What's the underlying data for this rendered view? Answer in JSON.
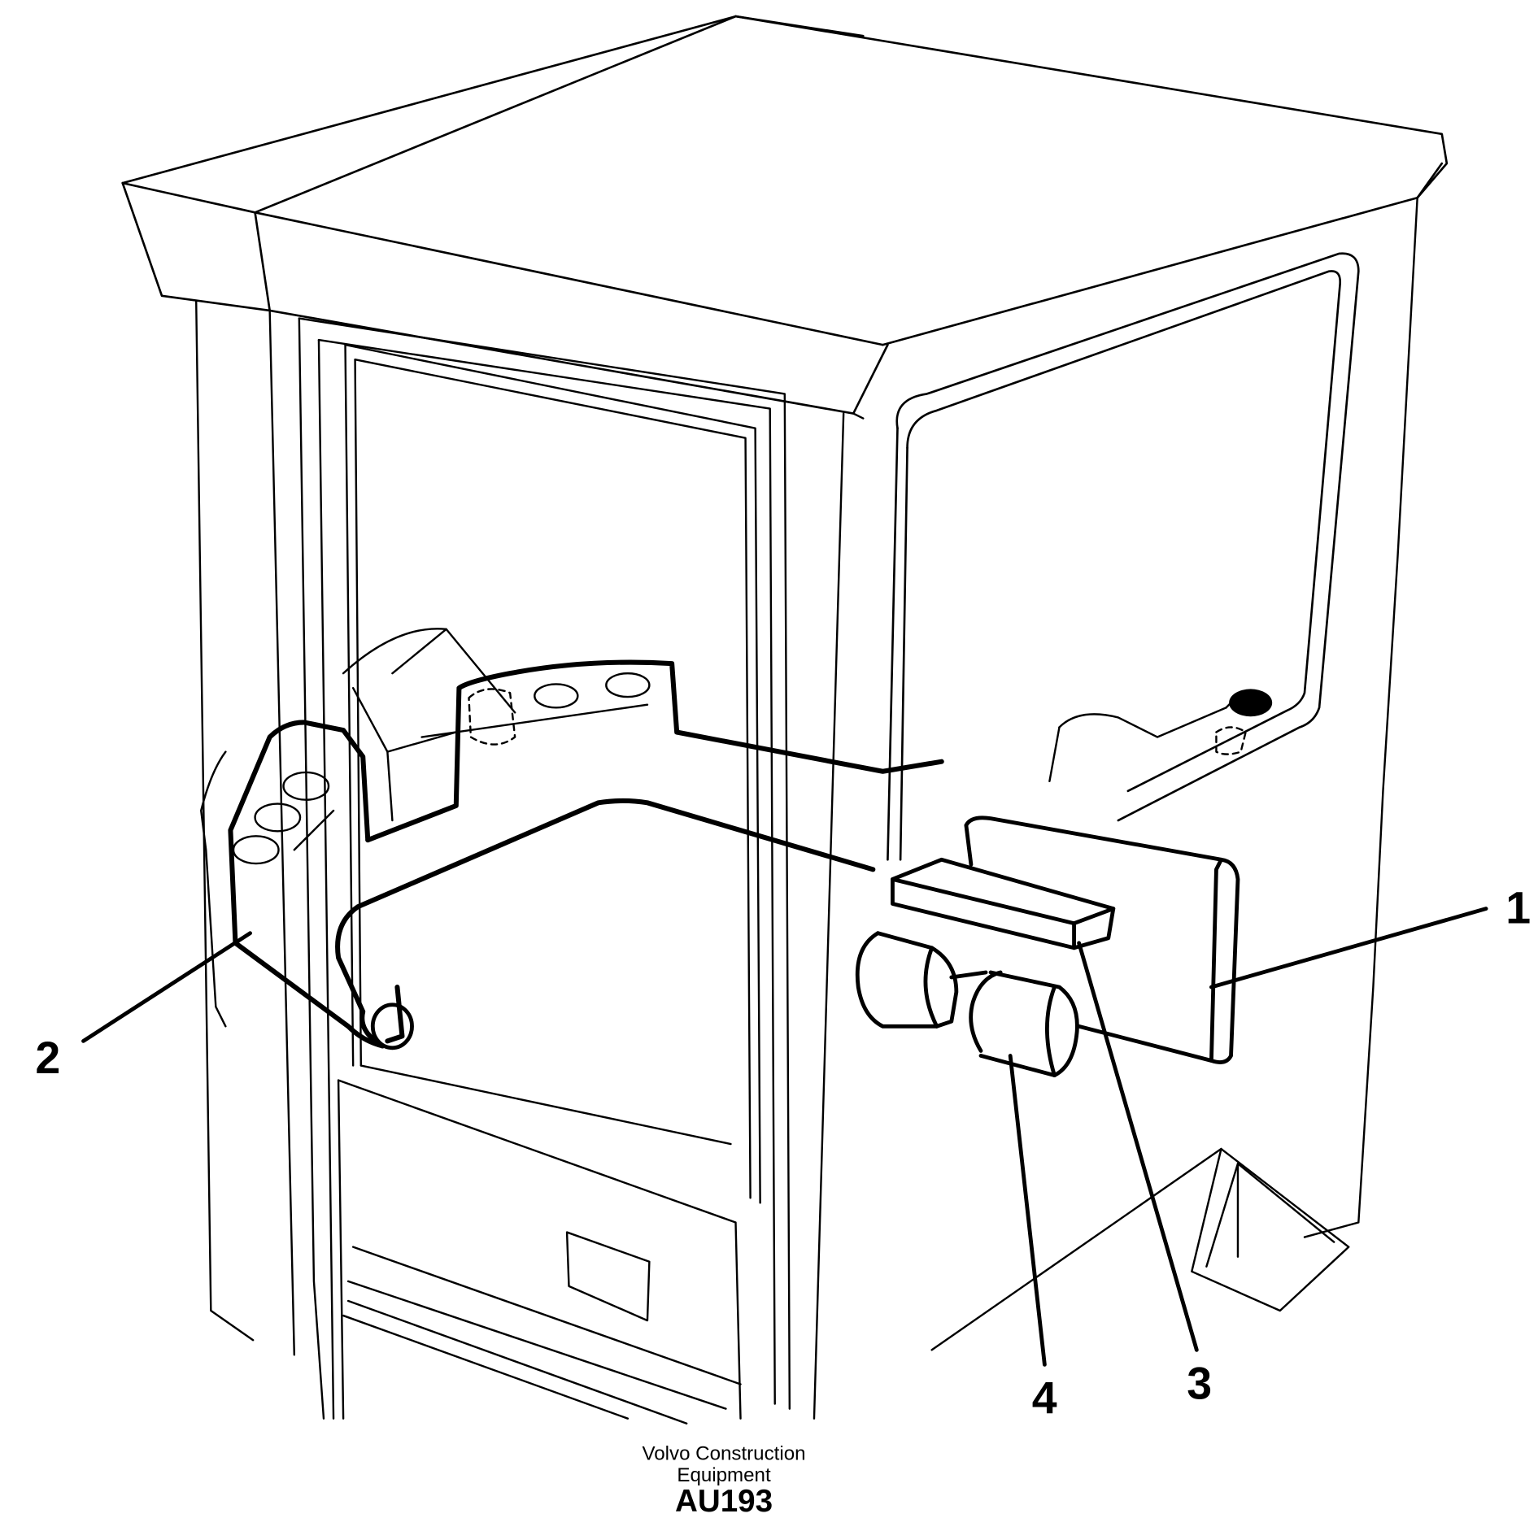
{
  "callouts": [
    "1",
    "2",
    "3",
    "4"
  ],
  "caption": {
    "line1": "Volvo Construction",
    "line2": "Equipment",
    "code": "AU193"
  },
  "colors": {
    "ink": "#000000",
    "paper": "#ffffff"
  }
}
